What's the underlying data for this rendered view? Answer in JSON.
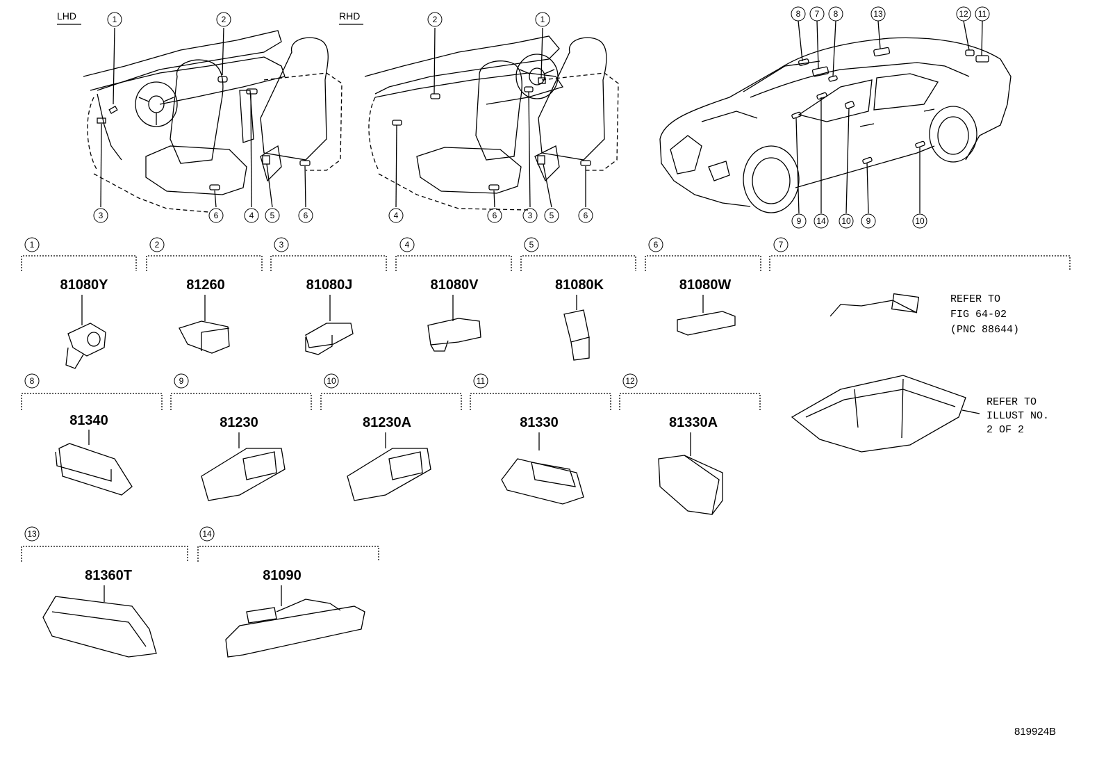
{
  "header": {
    "lhd_label": "LHD",
    "rhd_label": "RHD"
  },
  "lhd_callouts": [
    "1",
    "2",
    "3",
    "4",
    "5",
    "6",
    "6"
  ],
  "rhd_callouts": [
    "1",
    "2",
    "3",
    "4",
    "5",
    "6",
    "6"
  ],
  "car_callouts": [
    "7",
    "8",
    "8",
    "9",
    "9",
    "10",
    "10",
    "11",
    "12",
    "13",
    "14"
  ],
  "parts": [
    {
      "ref": "1",
      "part_number": "81080Y"
    },
    {
      "ref": "2",
      "part_number": "81260"
    },
    {
      "ref": "3",
      "part_number": "81080J"
    },
    {
      "ref": "4",
      "part_number": "81080V"
    },
    {
      "ref": "5",
      "part_number": "81080K"
    },
    {
      "ref": "6",
      "part_number": "81080W"
    },
    {
      "ref": "7",
      "part_number": ""
    },
    {
      "ref": "8",
      "part_number": "81340"
    },
    {
      "ref": "9",
      "part_number": "81230"
    },
    {
      "ref": "10",
      "part_number": "81230A"
    },
    {
      "ref": "11",
      "part_number": "81330"
    },
    {
      "ref": "12",
      "part_number": "81330A"
    },
    {
      "ref": "13",
      "part_number": "81360T"
    },
    {
      "ref": "14",
      "part_number": "81090"
    }
  ],
  "notes": {
    "fig_ref": [
      "REFER TO",
      "FIG 64-02",
      "(PNC 88644)"
    ],
    "illust_ref": [
      "REFER TO",
      "ILLUST NO.",
      "2 OF 2"
    ]
  },
  "footer": {
    "illustration_id": "819924B"
  }
}
